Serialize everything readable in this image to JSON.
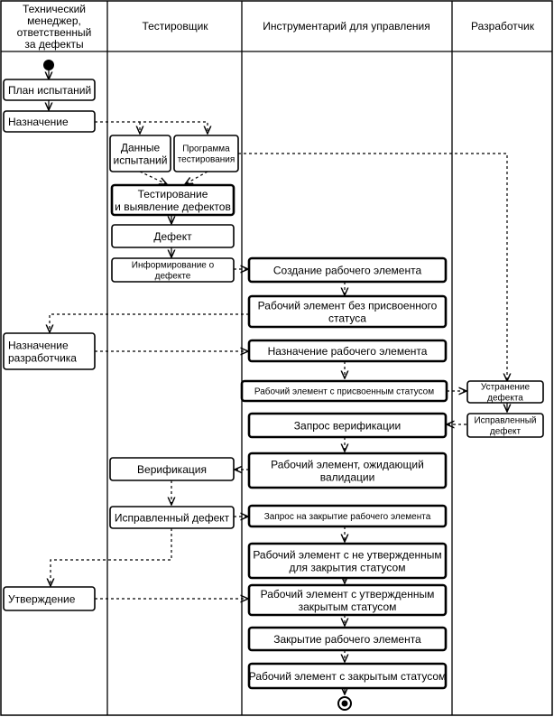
{
  "lanes": [
    {
      "id": "manager",
      "lines": [
        "Технический",
        "менеджер,",
        "ответственный",
        "за дефекты"
      ]
    },
    {
      "id": "tester",
      "lines": [
        "Тестировщик"
      ]
    },
    {
      "id": "tool",
      "lines": [
        "Инструментарий для управления"
      ]
    },
    {
      "id": "developer",
      "lines": [
        "Разработчик"
      ]
    }
  ],
  "nodes": [
    {
      "id": "test-plan",
      "lines": [
        "План испытаний"
      ]
    },
    {
      "id": "assignment",
      "lines": [
        "Назначение"
      ]
    },
    {
      "id": "test-data",
      "lines": [
        "Данные",
        "испытаний"
      ]
    },
    {
      "id": "test-program",
      "lines": [
        "Программа",
        "тестирования"
      ]
    },
    {
      "id": "testing",
      "lines": [
        "Тестирование",
        "и выявление дефектов"
      ]
    },
    {
      "id": "defect",
      "lines": [
        "Дефект"
      ]
    },
    {
      "id": "inform-defect",
      "lines": [
        "Информирование о",
        "дефекте"
      ]
    },
    {
      "id": "create-work-item",
      "lines": [
        "Создание рабочего элемента"
      ]
    },
    {
      "id": "work-item-unassigned",
      "lines": [
        "Рабочий элемент без присвоенного",
        "статуса"
      ]
    },
    {
      "id": "assign-developer",
      "lines": [
        "Назначение",
        "разработчика"
      ]
    },
    {
      "id": "assign-work-item",
      "lines": [
        "Назначение рабочего элемента"
      ]
    },
    {
      "id": "work-item-assigned",
      "lines": [
        "Рабочий элемент с присвоенным статусом"
      ]
    },
    {
      "id": "fix-defect",
      "lines": [
        "Устранение",
        "дефекта"
      ]
    },
    {
      "id": "verification-request",
      "lines": [
        "Запрос верификации"
      ]
    },
    {
      "id": "fixed-defect-dev",
      "lines": [
        "Исправленный",
        "дефект"
      ]
    },
    {
      "id": "work-item-awaiting",
      "lines": [
        "Рабочий элемент, ожидающий",
        "валидации"
      ]
    },
    {
      "id": "verification",
      "lines": [
        "Верификация"
      ]
    },
    {
      "id": "fixed-defect-tester",
      "lines": [
        "Исправленный дефект"
      ]
    },
    {
      "id": "close-request",
      "lines": [
        "Запрос на закрытие рабочего элемента"
      ]
    },
    {
      "id": "work-item-unapproved",
      "lines": [
        "Рабочий элемент с не утвержденным",
        "для закрытия статусом"
      ]
    },
    {
      "id": "approval",
      "lines": [
        "Утверждение"
      ]
    },
    {
      "id": "work-item-approved",
      "lines": [
        "Рабочий элемент с утвержденным",
        "закрытым статусом"
      ]
    },
    {
      "id": "close-work-item",
      "lines": [
        "Закрытие рабочего элемента"
      ]
    },
    {
      "id": "work-item-closed",
      "lines": [
        "Рабочий элемент с закрытым статусом"
      ]
    }
  ]
}
